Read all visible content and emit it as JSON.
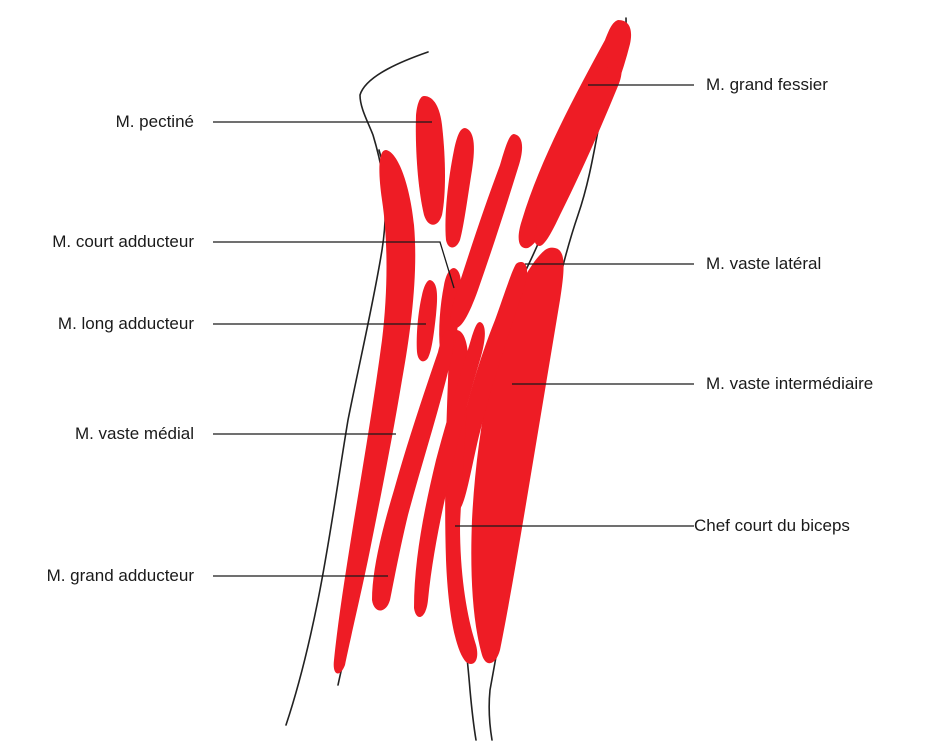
{
  "diagram": {
    "colors": {
      "muscle": "#ee1c25",
      "outline": "#222222",
      "leader": "#1a1a1a",
      "background": "#ffffff"
    },
    "labels_left": [
      {
        "id": "pectine",
        "text": "M. pectiné"
      },
      {
        "id": "court-adducteur",
        "text": "M. court adducteur"
      },
      {
        "id": "long-adducteur",
        "text": "M. long adducteur"
      },
      {
        "id": "vaste-medial",
        "text": "M. vaste médial"
      },
      {
        "id": "grand-adducteur",
        "text": "M. grand adducteur"
      }
    ],
    "labels_right": [
      {
        "id": "grand-fessier",
        "text": "M. grand fessier"
      },
      {
        "id": "vaste-lateral",
        "text": "M. vaste latéral"
      },
      {
        "id": "vaste-intermediaire",
        "text": "M. vaste intermédiaire"
      },
      {
        "id": "biceps-chef-court",
        "text": "Chef court du biceps"
      }
    ]
  }
}
